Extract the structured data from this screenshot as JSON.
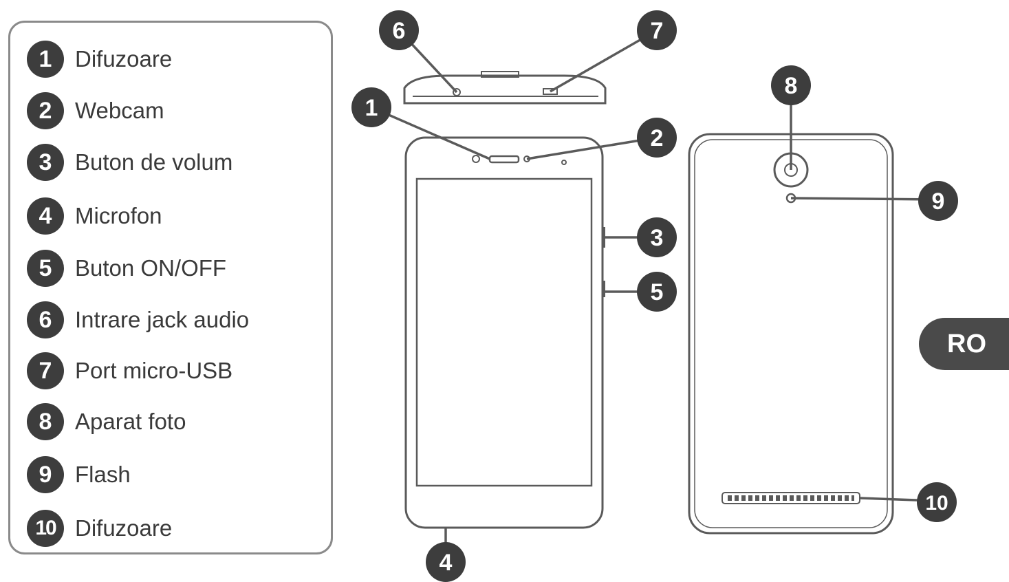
{
  "legend": [
    {
      "number": "1",
      "label": "Difuzoare"
    },
    {
      "number": "2",
      "label": "Webcam"
    },
    {
      "number": "3",
      "label": "Buton de volum"
    },
    {
      "number": "4",
      "label": "Microfon"
    },
    {
      "number": "5",
      "label": "Buton ON/OFF"
    },
    {
      "number": "6",
      "label": "Intrare jack audio"
    },
    {
      "number": "7",
      "label": "Port micro-USB"
    },
    {
      "number": "8",
      "label": "Aparat foto"
    },
    {
      "number": "9",
      "label": "Flash"
    },
    {
      "number": "10",
      "label": "Difuzoare"
    }
  ],
  "callouts": [
    "1",
    "2",
    "3",
    "4",
    "5",
    "6",
    "7",
    "8",
    "9",
    "10"
  ],
  "language_tab": "RO",
  "colors": {
    "badge": "#3d3d3d",
    "outline": "#6e6e6e",
    "text": "#3a3a3a",
    "tab": "#4a4a4a"
  }
}
